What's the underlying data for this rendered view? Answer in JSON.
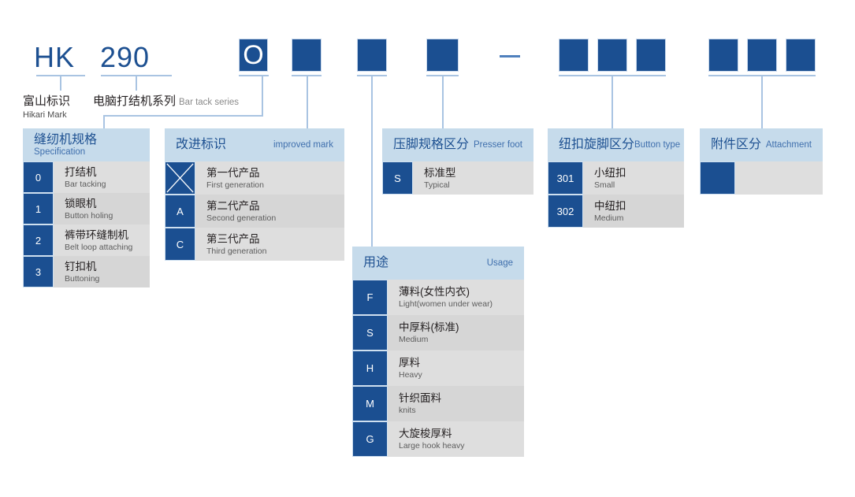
{
  "model_code": {
    "prefix": "HK",
    "series": "290",
    "boxes": [
      {
        "label": "O"
      },
      {
        "label": ""
      },
      {
        "label": ""
      },
      {
        "label": ""
      },
      {
        "label": ""
      },
      {
        "label": ""
      },
      {
        "label": ""
      },
      {
        "label": ""
      },
      {
        "label": ""
      },
      {
        "label": ""
      }
    ],
    "separator": "—"
  },
  "captions": {
    "hikari_cn": "富山标识",
    "hikari_en": "Hikari Mark",
    "series_cn": "电脑打结机系列",
    "series_en": "Bar tack series"
  },
  "panels": {
    "specification": {
      "title_cn": "缝纫机规格",
      "title_en": "Specification",
      "rows": [
        {
          "key": "0",
          "cn": "打结机",
          "en": "Bar tacking"
        },
        {
          "key": "1",
          "cn": "锁眼机",
          "en": "Button holing"
        },
        {
          "key": "2",
          "cn": "裤带环缝制机",
          "en": "Belt loop attaching"
        },
        {
          "key": "3",
          "cn": "钉扣机",
          "en": "Buttoning"
        }
      ]
    },
    "improved_mark": {
      "title_cn": "改进标识",
      "title_en": "improved mark",
      "rows": [
        {
          "key": "",
          "icon": "x-mark-icon",
          "cn": "第一代产品",
          "en": "First generation"
        },
        {
          "key": "A",
          "cn": "第二代产品",
          "en": "Second generation"
        },
        {
          "key": "C",
          "cn": "第三代产品",
          "en": "Third generation"
        }
      ]
    },
    "presser_foot": {
      "title_cn": "压脚规格区分",
      "title_en": "Presser foot",
      "rows": [
        {
          "key": "S",
          "cn": "标准型",
          "en": "Typical"
        }
      ]
    },
    "button_type": {
      "title_cn": "纽扣旋脚区分",
      "title_en": "Button type",
      "rows": [
        {
          "key": "301",
          "cn": "小纽扣",
          "en": "Small"
        },
        {
          "key": "302",
          "cn": "中纽扣",
          "en": "Medium"
        }
      ]
    },
    "attachment": {
      "title_cn": "附件区分",
      "title_en": "Attachment",
      "rows": [
        {
          "key": "",
          "cn": "",
          "en": ""
        }
      ]
    },
    "usage": {
      "title_cn": "用途",
      "title_en": "Usage",
      "rows": [
        {
          "key": "F",
          "cn": "薄料(女性内衣)",
          "en": "Light(women under wear)"
        },
        {
          "key": "S",
          "cn": "中厚料(标准)",
          "en": "Medium"
        },
        {
          "key": "H",
          "cn": "厚料",
          "en": "Heavy"
        },
        {
          "key": "M",
          "cn": "针织面料",
          "en": "knits"
        },
        {
          "key": "G",
          "cn": "大旋梭厚料",
          "en": "Large hook heavy"
        }
      ]
    }
  },
  "colors": {
    "dark_blue": "#1b4f91",
    "head_blue": "#c6dbeb",
    "row_grey": "#dedede",
    "line_blue": "#a9c4e2",
    "text_blue": "#1d5091"
  }
}
